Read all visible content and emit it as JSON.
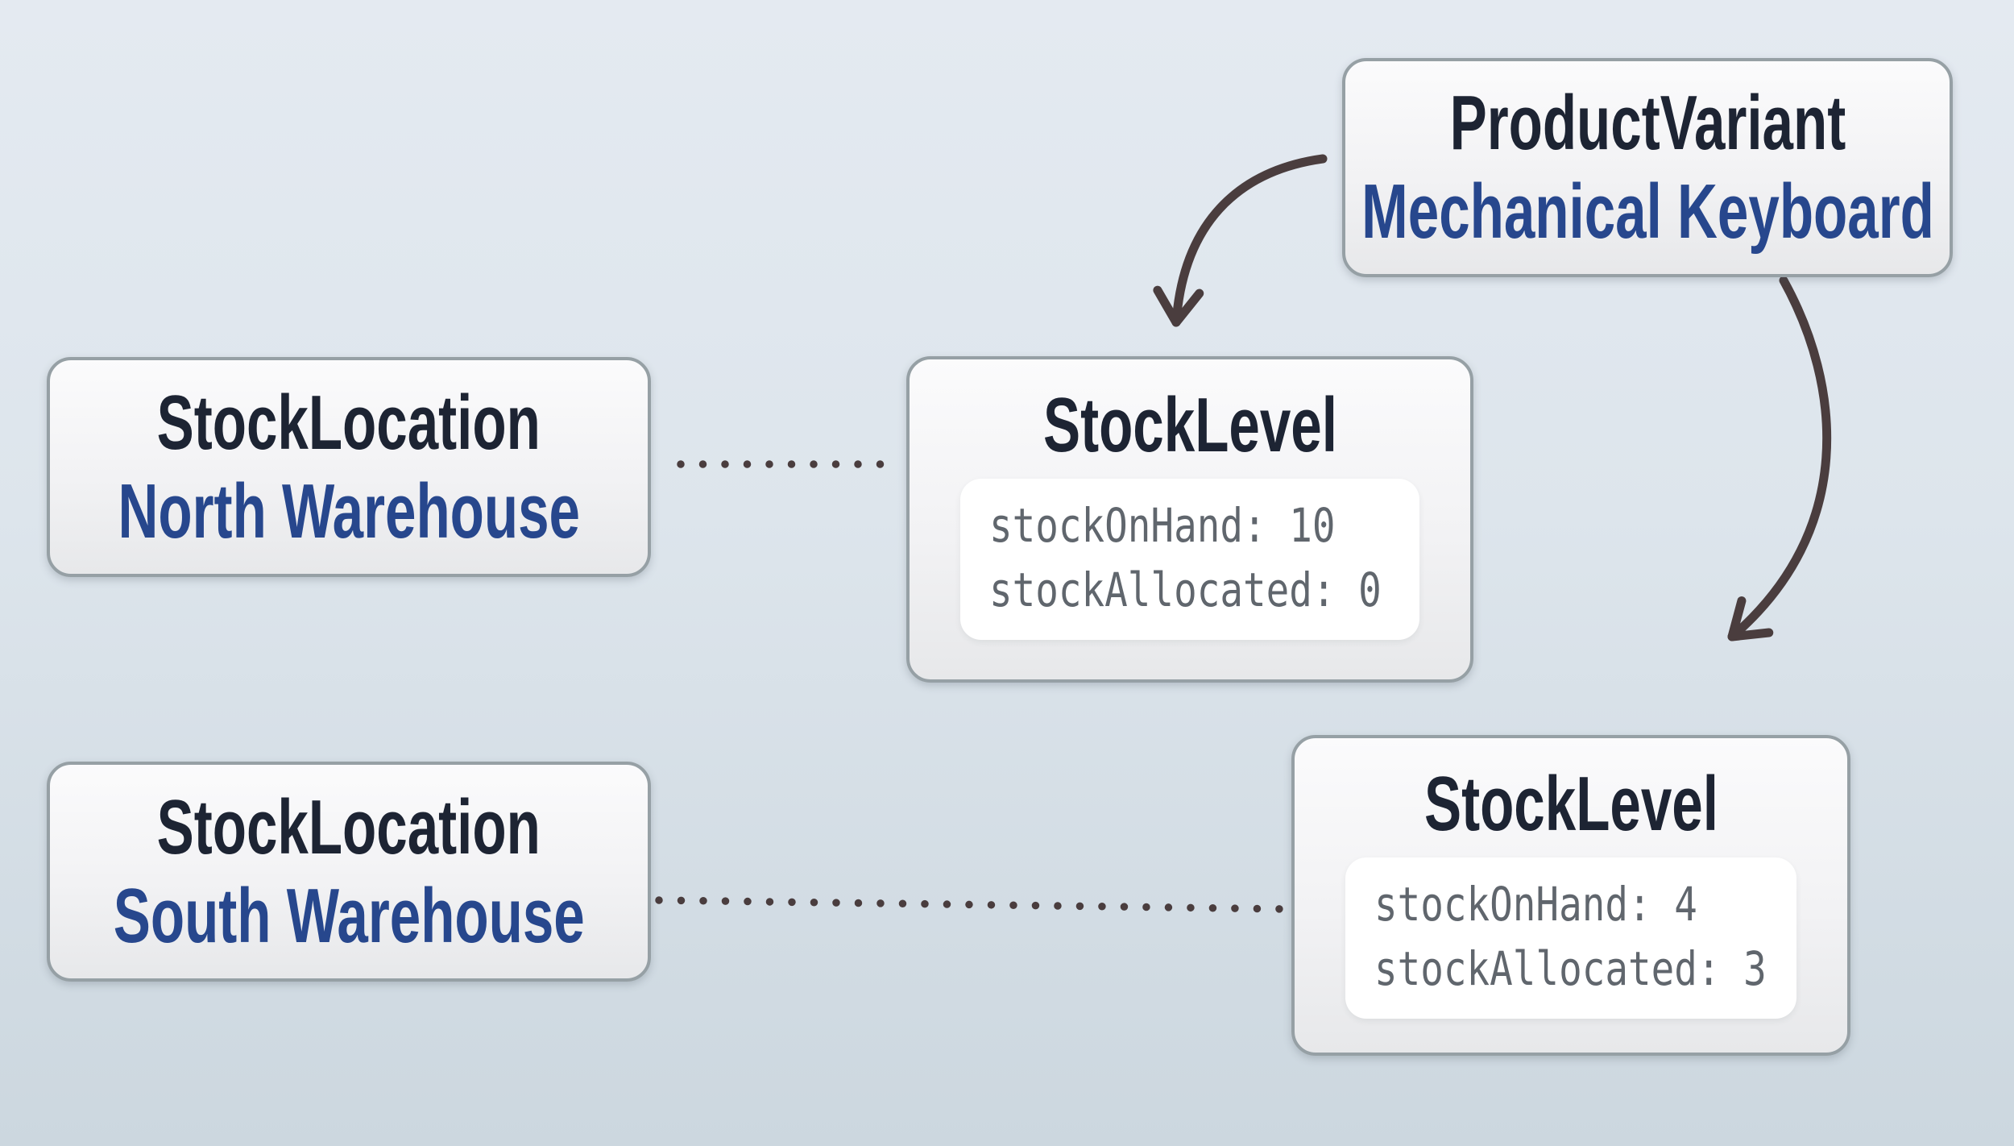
{
  "nodes": {
    "product_variant": {
      "title": "ProductVariant",
      "subtitle": "Mechanical Keyboard"
    },
    "stock_location_north": {
      "title": "StockLocation",
      "subtitle": "North Warehouse"
    },
    "stock_level_north": {
      "title": "StockLevel",
      "fields": [
        "stockOnHand: 10",
        "stockAllocated: 0"
      ]
    },
    "stock_location_south": {
      "title": "StockLocation",
      "subtitle": "South Warehouse"
    },
    "stock_level_south": {
      "title": "StockLevel",
      "fields": [
        "stockOnHand: 4",
        "stockAllocated: 3"
      ]
    }
  },
  "connections": [
    {
      "from": "ProductVariant",
      "to": "StockLevel (north)",
      "style": "curved-arrow"
    },
    {
      "from": "ProductVariant",
      "to": "StockLevel (south)",
      "style": "curved-arrow"
    },
    {
      "from": "StockLocation (north)",
      "to": "StockLevel (north)",
      "style": "dotted-line"
    },
    {
      "from": "StockLocation (south)",
      "to": "StockLevel (south)",
      "style": "dotted-line"
    }
  ],
  "colors": {
    "background_top": "#e4eaf1",
    "background_bottom": "#ccd7df",
    "node_border": "#96a0a5",
    "node_bg_top": "#fbfbfc",
    "node_bg_bottom": "#e7e8ea",
    "entity_title": "#1d2433",
    "entity_name": "#27478d",
    "code_panel_background": "#ffffff",
    "code_text": "#60666d",
    "connector": "#4a3d3e"
  }
}
